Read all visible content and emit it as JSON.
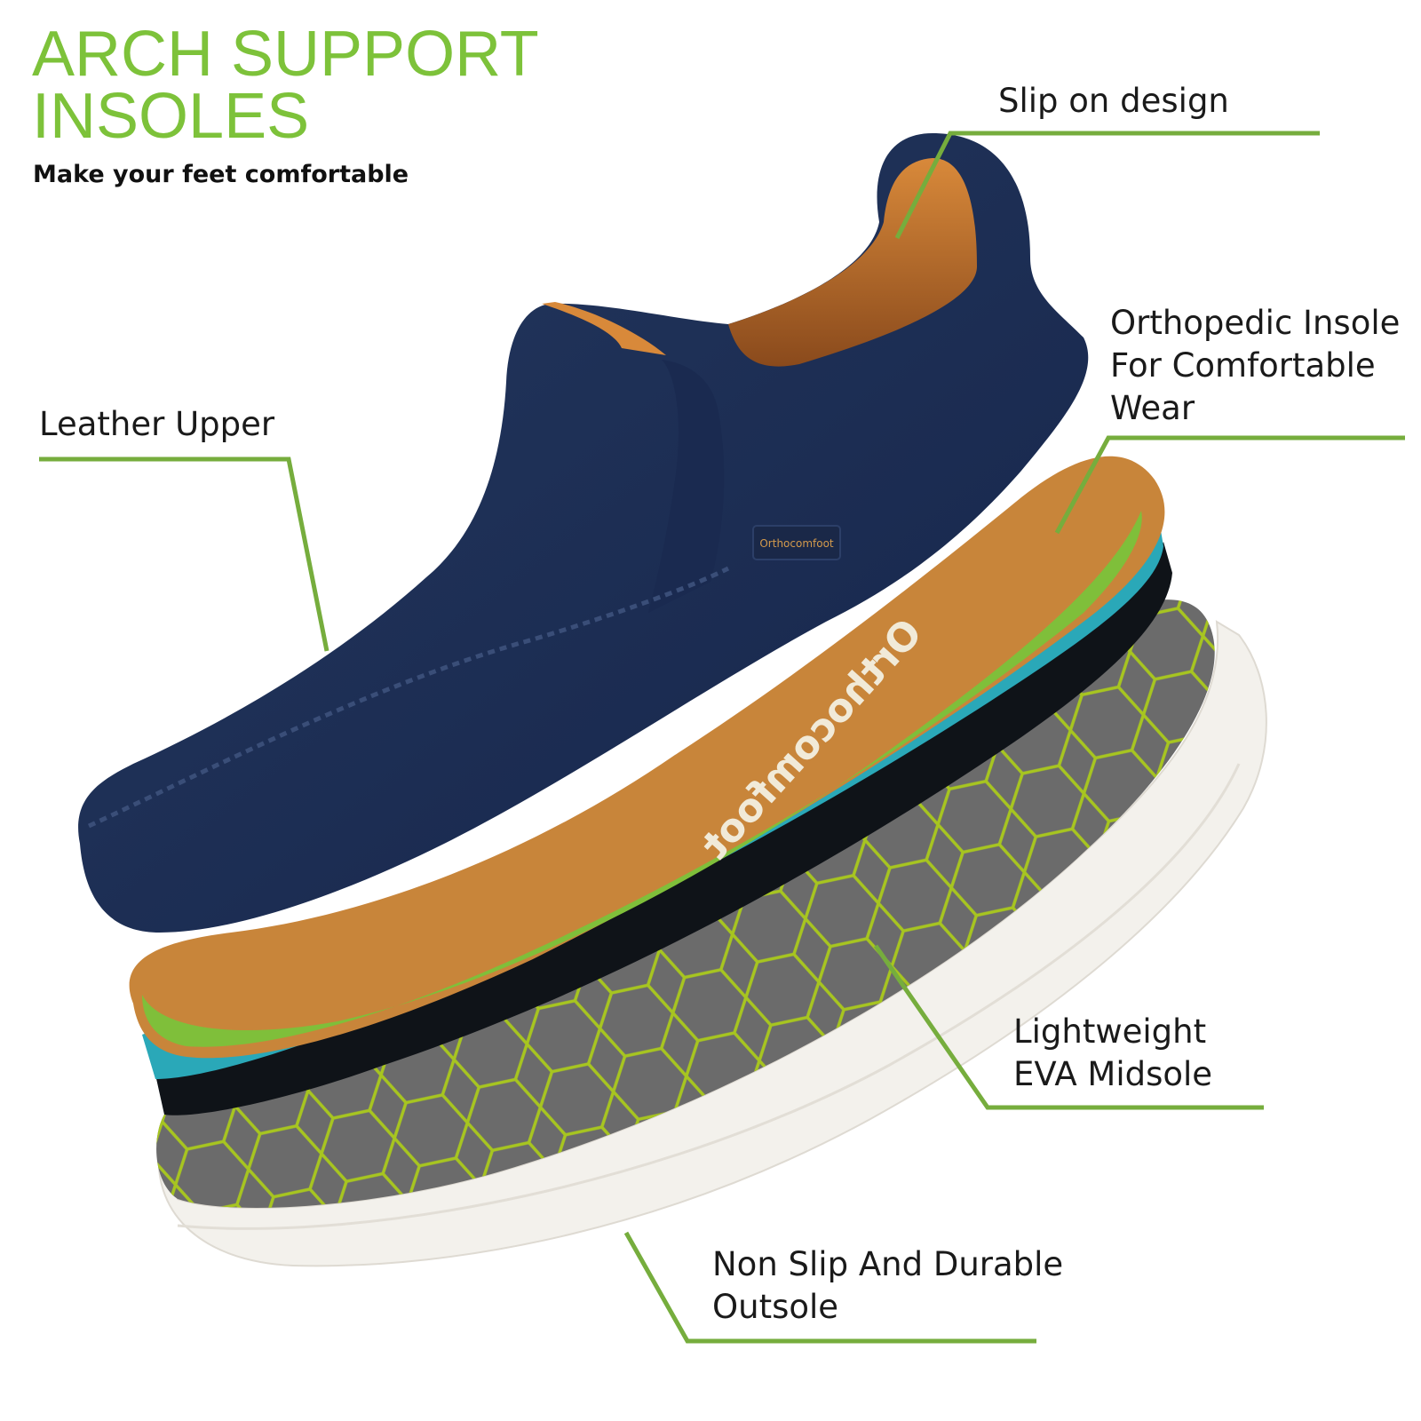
{
  "header": {
    "title_line1": "ARCH SUPPORT",
    "title_line2": "INSOLES",
    "subtitle": "Make your feet comfortable"
  },
  "callouts": {
    "slip_on": [
      "Slip on design"
    ],
    "orthopedic_insole": [
      "Orthopedic Insole",
      "For Comfortable",
      "Wear"
    ],
    "leather_upper": [
      "Leather Upper"
    ],
    "midsole": [
      "Lightweight",
      "EVA Midsole"
    ],
    "outsole": [
      "Non Slip And Durable",
      "Outsole"
    ]
  },
  "product": {
    "insole_brand": "Orthocomfoot",
    "tag_brand": "Orthocomfoot"
  },
  "colors": {
    "accent_green": "#7dc23a",
    "leader_line": "#76ad3d",
    "upper_navy": "#1d2f56",
    "insole_tan": "#c8853a",
    "midsole_teal": "#2aa8b8",
    "outsole_grey": "#6b6b6b",
    "honeycomb_lime": "#a7c520",
    "rubber_white": "#f3f1ec"
  }
}
